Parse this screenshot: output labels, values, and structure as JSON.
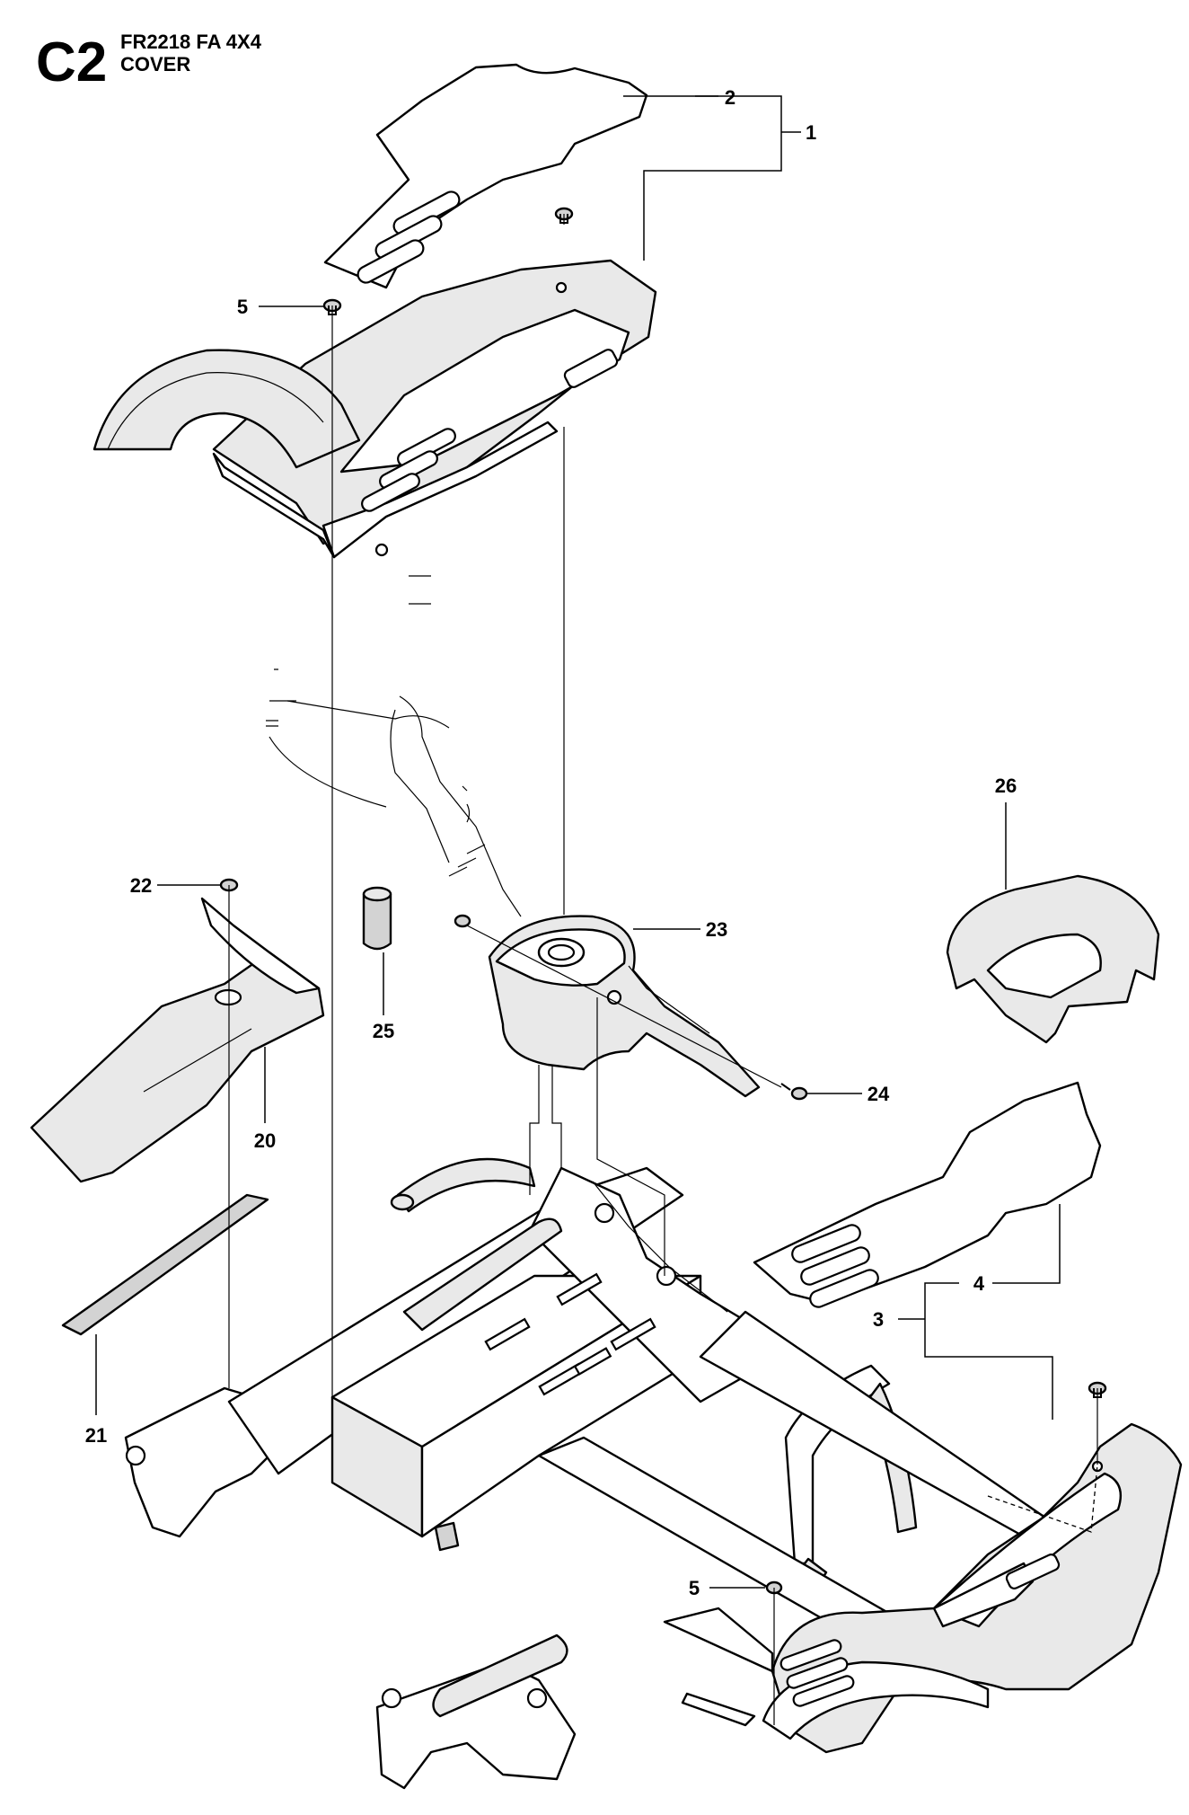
{
  "header": {
    "section_code": "C2",
    "model": "FR2218 FA 4X4",
    "section_name": "COVER"
  },
  "callouts": {
    "c1": "1",
    "c2": "2",
    "c3": "3",
    "c4": "4",
    "c5_top": "5",
    "c5_bottom": "5",
    "c20": "20",
    "c21": "21",
    "c22": "22",
    "c23": "23",
    "c24": "24",
    "c25": "25",
    "c26": "26"
  }
}
